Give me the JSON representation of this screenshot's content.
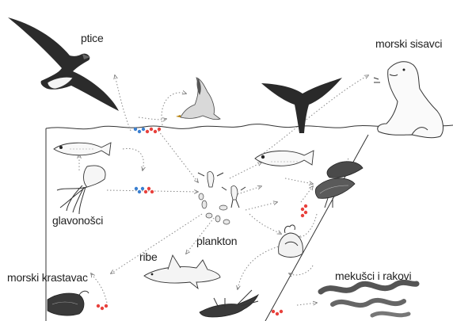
{
  "labels": {
    "birds": "ptice",
    "marine_mammals": "morski sisavci",
    "cephalopods": "glavonošci",
    "plankton": "plankton",
    "fish": "ribe",
    "sea_cucumber": "morski krastavac",
    "molluscs_crustaceans": "mekušci i rakovi"
  },
  "colors": {
    "pollutant_red": "#e8413c",
    "pollutant_blue": "#3a7fd0",
    "ink": "#333333",
    "arrow": "#888888"
  },
  "icons": [
    "albatross-icon",
    "gull-icon",
    "whale-tail-icon",
    "sea-lion-icon",
    "squid-icon",
    "lanternfish-icon",
    "shark-icon",
    "sea-cucumber-icon",
    "mussel-icon",
    "anemone-icon",
    "lobster-icon",
    "worm-icon"
  ]
}
